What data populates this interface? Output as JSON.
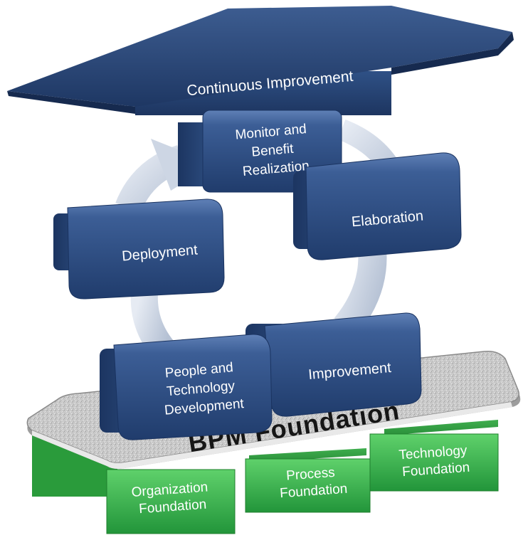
{
  "roof": {
    "label": "Continuous Improvement"
  },
  "cycle": [
    {
      "key": "monitor",
      "lines": [
        "Monitor and",
        "Benefit",
        "Realization"
      ]
    },
    {
      "key": "elaboration",
      "lines": [
        "Elaboration"
      ]
    },
    {
      "key": "improvement",
      "lines": [
        "Improvement"
      ]
    },
    {
      "key": "people",
      "lines": [
        "People and",
        "Technology",
        "Development"
      ]
    },
    {
      "key": "deployment",
      "lines": [
        "Deployment"
      ]
    }
  ],
  "platform": {
    "label": "BPM Foundation"
  },
  "foundations": [
    {
      "key": "organization",
      "lines": [
        "Organization",
        "Foundation"
      ]
    },
    {
      "key": "process",
      "lines": [
        "Process",
        "Foundation"
      ]
    },
    {
      "key": "technology",
      "lines": [
        "Technology",
        "Foundation"
      ]
    }
  ],
  "colors": {
    "navy_top": "#4f6fa6",
    "navy_mid": "#2e4f84",
    "navy_dark": "#1c3561",
    "arrow": "#c9d3e2",
    "green_light": "#52c55d",
    "green_dark": "#239a36",
    "platform": "#cfcfcf"
  }
}
